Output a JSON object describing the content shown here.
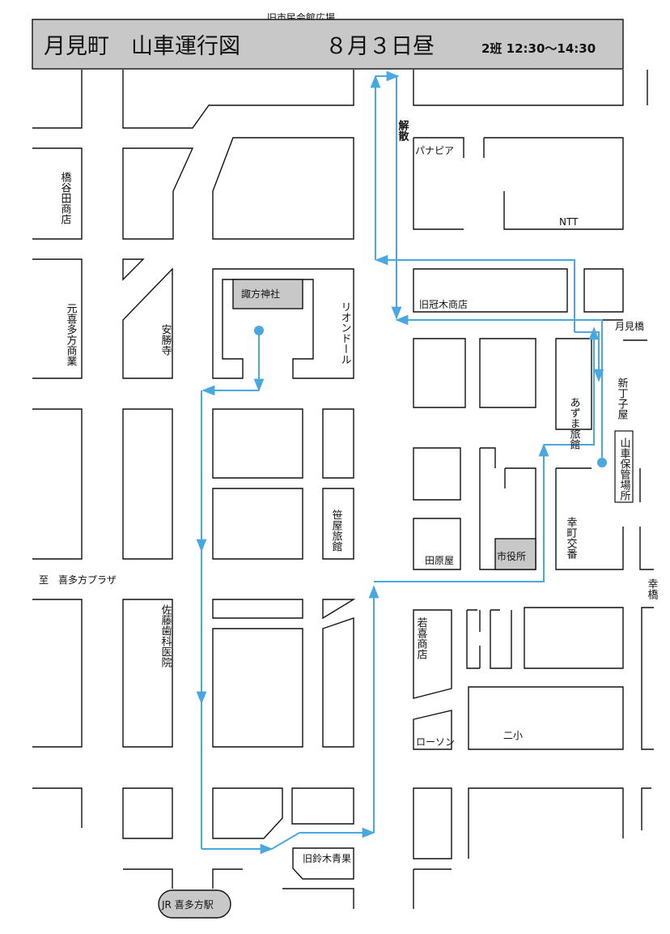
{
  "title": {
    "main": "月見町　山車運行図",
    "date": "８月３日昼",
    "shift": "2班 12:30〜14:30",
    "top_cut": "旧市民会館広場"
  },
  "labels": {
    "kaisan": "解散",
    "panapia": "パナピア",
    "ntt": "NTT",
    "kyu_kanmuri": "旧冠木商店",
    "tsukimibashi": "月見橋",
    "shinchojiya": "新丁子屋",
    "dashi_hokan": "山車保管場所",
    "azuma": "あずま旅館",
    "suwa": "諏方神社",
    "rion": "リオンドール",
    "anshoji": "安勝寺",
    "motokita": "元喜多方商業",
    "hashiyada": "橋谷田商店",
    "sasaya": "笹屋旅館",
    "shiyakusho": "市役所",
    "tawaraya": "田原屋",
    "saiwaicho_koban": "幸町交番",
    "saiwaibashi": "幸橋",
    "plaza": "至　喜多方プラザ",
    "sato_dental": "佐藤歯科医院",
    "wakaki": "若喜商店",
    "lawson": "ローソン",
    "nisho": "二小",
    "kyu_suzuki": "旧鈴木青果",
    "station": "JR 喜多方駅"
  },
  "colors": {
    "route": "#4aa8e0",
    "highlight_fill": "#c8c8c8"
  }
}
